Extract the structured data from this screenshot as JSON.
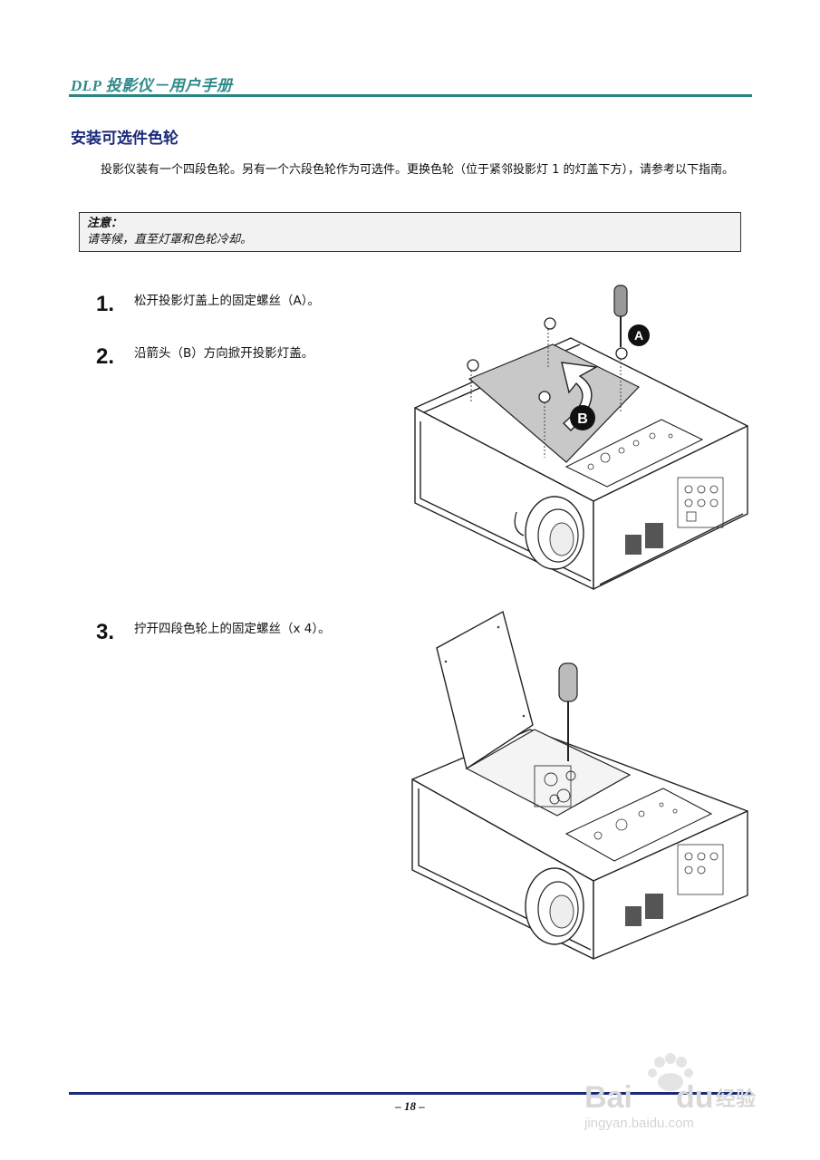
{
  "header": {
    "title": "DLP 投影仪－用户手册"
  },
  "section": {
    "title": "安装可选件色轮"
  },
  "intro": {
    "text": "投影仪装有一个四段色轮。另有一个六段色轮作为可选件。更换色轮（位于紧邻投影灯 1 的灯盖下方），请参考以下指南。"
  },
  "note": {
    "title": "注意：",
    "text": "请等候，直至灯罩和色轮冷却。"
  },
  "steps": [
    {
      "number": "1.",
      "text": "松开投影灯盖上的固定螺丝（A）。"
    },
    {
      "number": "2.",
      "text": "沿箭头（B）方向掀开投影灯盖。"
    },
    {
      "number": "3.",
      "text": "拧开四段色轮上的固定螺丝（x 4）。"
    }
  ],
  "figure1": {
    "callout_a": "A",
    "callout_b": "B"
  },
  "footer": {
    "page_number": "– 18 –"
  },
  "watermark": {
    "brand": "Baidu经验",
    "url": "jingyan.baidu.com"
  },
  "colors": {
    "header_teal": "#2e8a8a",
    "section_navy": "#1a2a78",
    "note_bg": "#f2f2f2",
    "lamp_cover": "#c8c8c8"
  }
}
